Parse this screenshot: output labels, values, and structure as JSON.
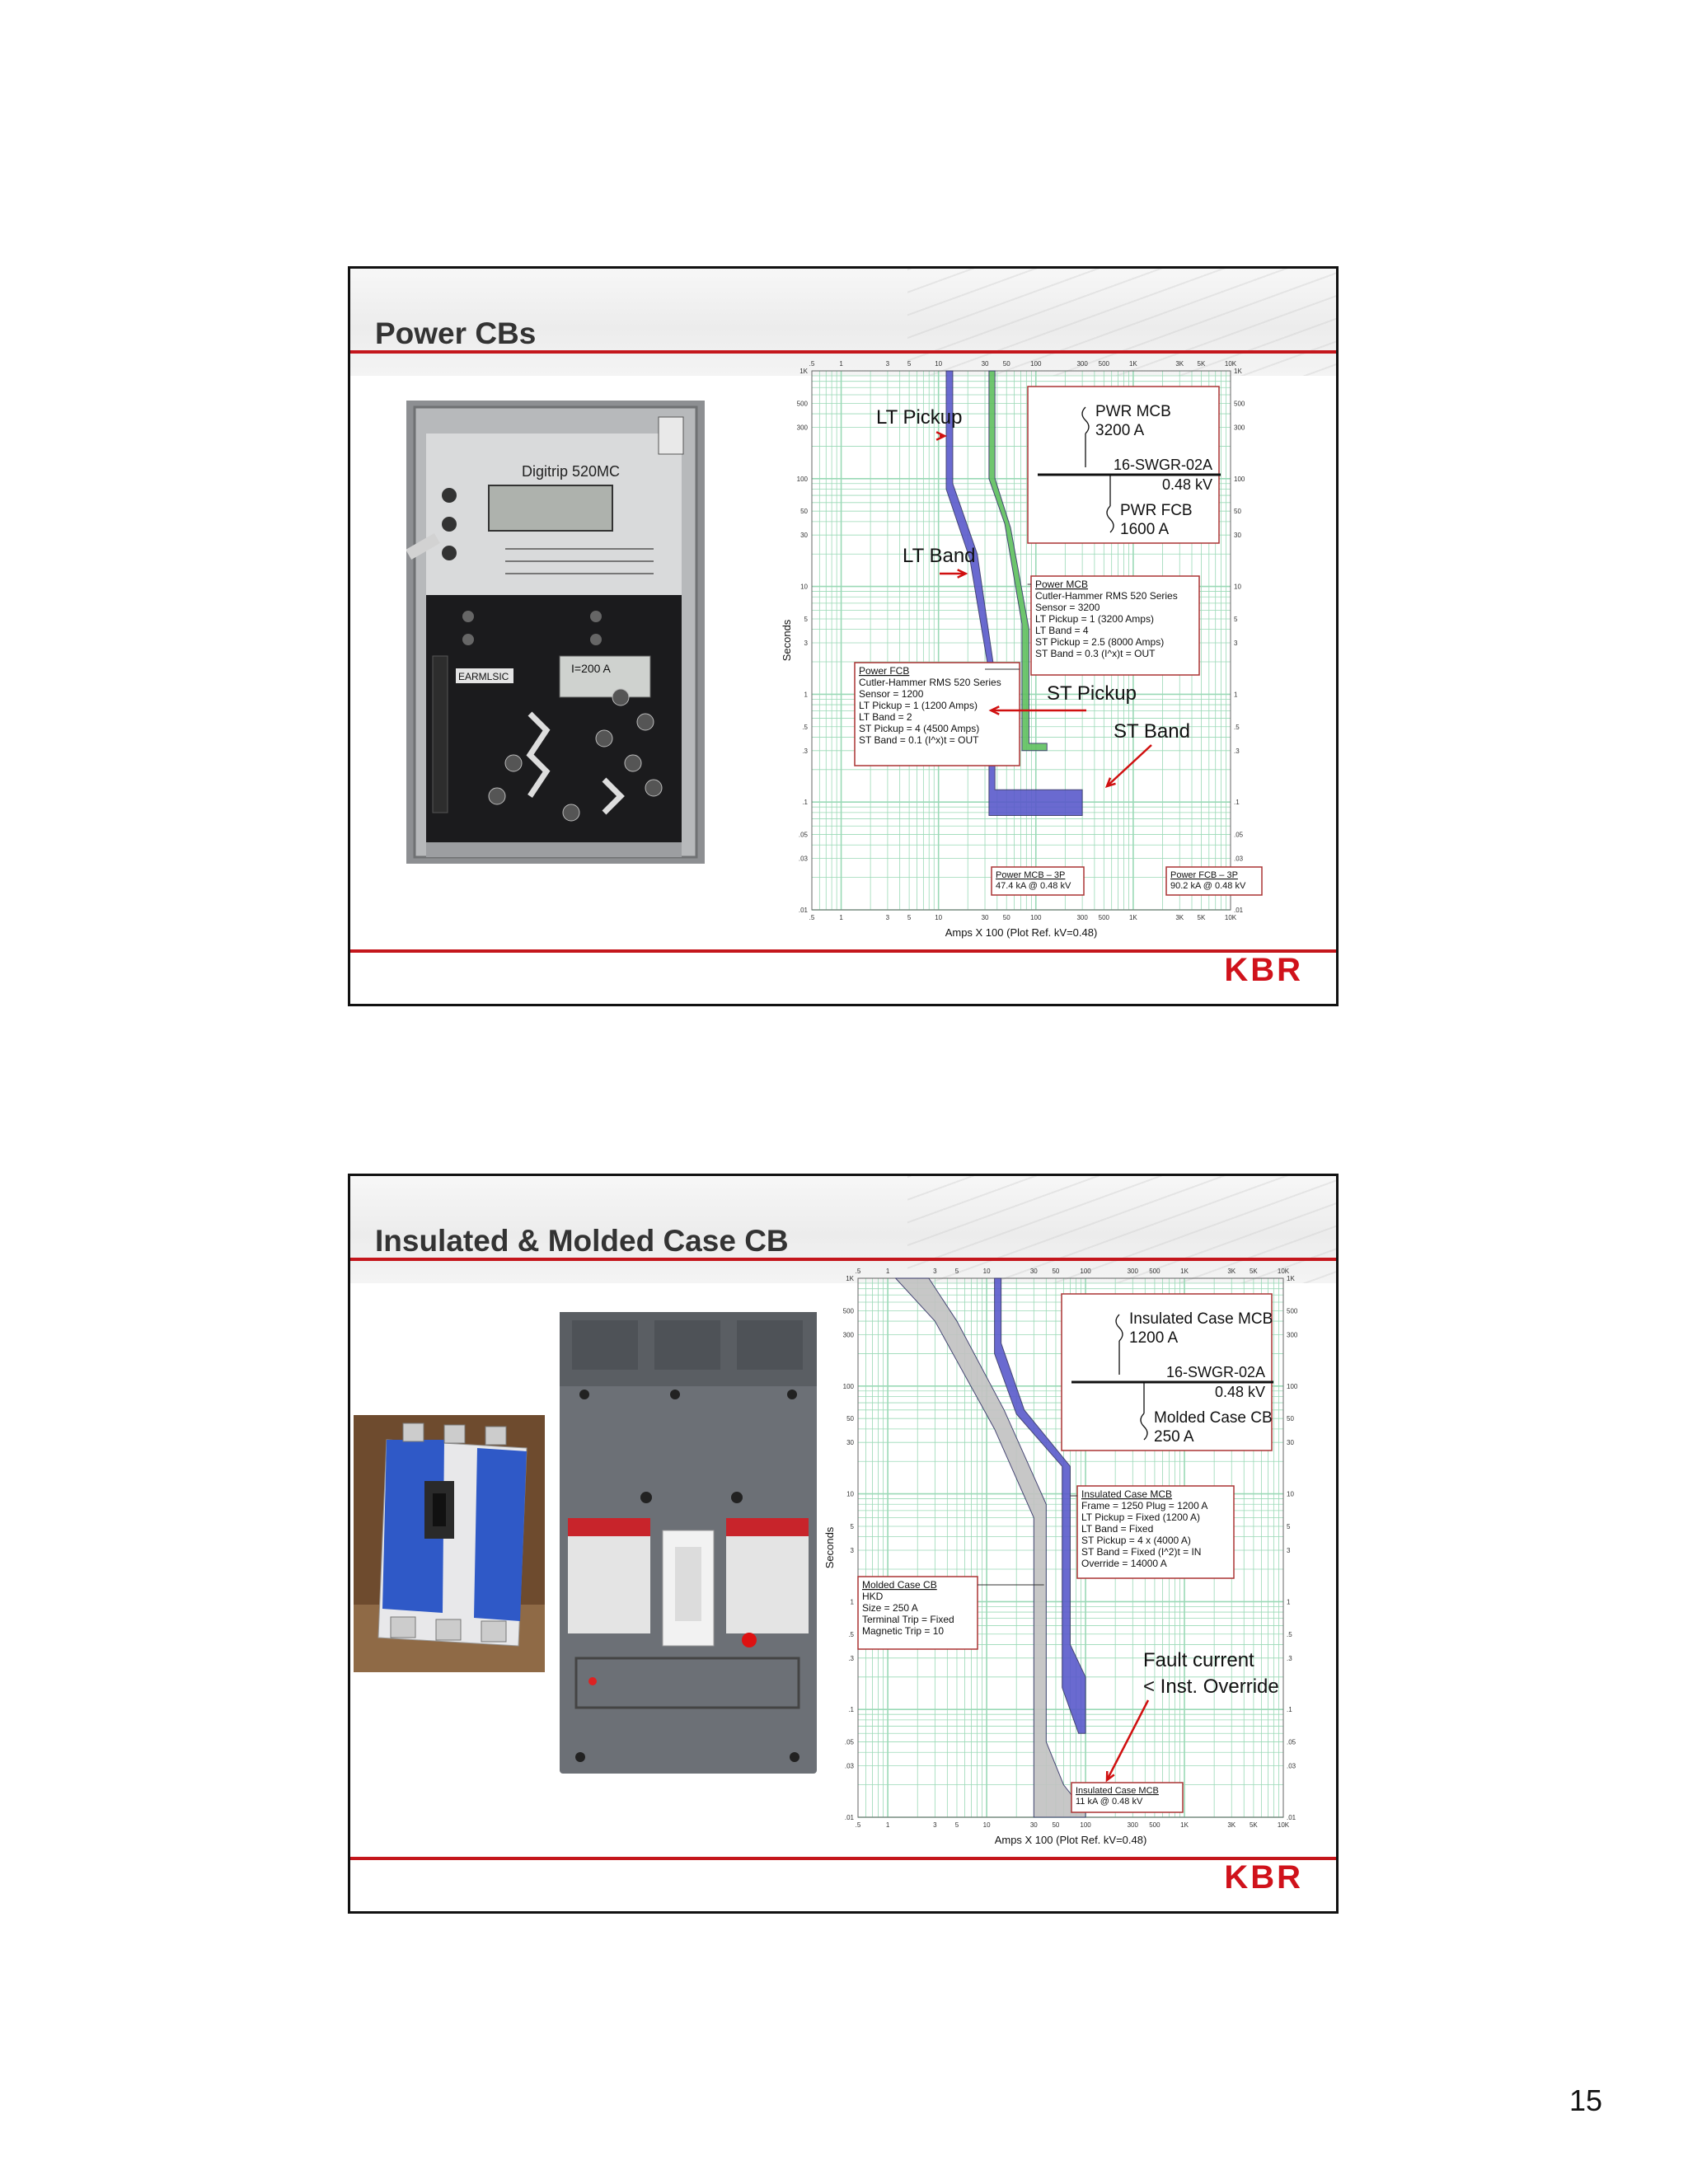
{
  "page_number": "15",
  "slide1": {
    "title": "Power CBs",
    "logo": "KBR",
    "photo_text": {
      "model": "Digitrip 520MC",
      "label": "EARMLSIC",
      "display": "I=200 A"
    },
    "chart": {
      "top_ticks": [
        ".5",
        "1",
        "3",
        "5",
        "10",
        "30",
        "50",
        "100",
        "300",
        "500",
        "1K",
        "3K",
        "5K",
        "10K"
      ],
      "left_ticks": [
        "1K",
        "500",
        "300",
        "100",
        "50",
        "30",
        "10",
        "5",
        "3",
        "1",
        ".5",
        ".3",
        ".1",
        ".05",
        ".03",
        ".01"
      ],
      "ylabel": "Seconds",
      "xlabel": "Amps X 100 (Plot Ref. kV=0.48)",
      "oneline": {
        "mcb_name": "PWR MCB",
        "mcb_rating": "3200 A",
        "bus_name": "16-SWGR-02A",
        "bus_kv": "0.48 kV",
        "fcb_name": "PWR FCB",
        "fcb_rating": "1600 A"
      },
      "mcb_box": {
        "title": "Power MCB",
        "lines": [
          "Cutler-Hammer RMS 520 Series",
          "Sensor = 3200",
          "LT Pickup = 1 (3200 Amps)",
          "LT Band = 4",
          "ST Pickup = 2.5 (8000 Amps)",
          "ST Band = 0.3 (I^x)t = OUT"
        ]
      },
      "fcb_box": {
        "title": "Power FCB",
        "lines": [
          "Cutler-Hammer RMS 520 Series",
          "Sensor = 1200",
          "LT Pickup = 1 (1200 Amps)",
          "LT Band = 2",
          "ST Pickup = 4 (4500 Amps)",
          "ST Band = 0.1 (I^x)t = OUT"
        ]
      },
      "fault_mcb": {
        "title": "Power MCB – 3P",
        "value": "47.4 kA @ 0.48 kV"
      },
      "fault_fcb": {
        "title": "Power FCB – 3P",
        "value": "90.2 kA @ 0.48 kV"
      },
      "annotations": {
        "lt_pickup": "LT Pickup",
        "lt_band": "LT Band",
        "st_pickup": "ST Pickup",
        "st_band": "ST Band"
      }
    }
  },
  "slide2": {
    "title": "Insulated & Molded Case CB",
    "logo": "KBR",
    "chart": {
      "top_ticks": [
        ".5",
        "1",
        "3",
        "5",
        "10",
        "30",
        "50",
        "100",
        "300",
        "500",
        "1K",
        "3K",
        "5K",
        "10K"
      ],
      "left_ticks": [
        "1K",
        "500",
        "300",
        "100",
        "50",
        "30",
        "10",
        "5",
        "3",
        "1",
        ".5",
        ".3",
        ".1",
        ".05",
        ".03",
        ".01"
      ],
      "ylabel": "Seconds",
      "xlabel": "Amps X 100 (Plot Ref. kV=0.48)",
      "oneline": {
        "mcb_name": "Insulated Case MCB",
        "mcb_rating": "1200 A",
        "bus_name": "16-SWGR-02A",
        "bus_kv": "0.48 kV",
        "fcb_name": "Molded Case CB",
        "fcb_rating": "250 A"
      },
      "mcb_box": {
        "title": "Insulated Case MCB",
        "lines": [
          "Frame = 1250 Plug = 1200 A",
          "LT Pickup = Fixed (1200 A)",
          "LT Band = Fixed",
          "ST Pickup = 4 x (4000 A)",
          "ST Band = Fixed (I^2)t = IN",
          "Override = 14000 A"
        ]
      },
      "fcb_box": {
        "title": "Molded Case CB",
        "lines": [
          "HKD",
          "Size = 250 A",
          "Terminal Trip = Fixed",
          "Magnetic Trip = 10"
        ]
      },
      "fault_mcb": {
        "title": "Insulated Case MCB",
        "value": "11 kA @ 0.48 kV"
      },
      "annotations": {
        "fault_line1": "Fault current",
        "fault_line2": "< Inst. Override"
      }
    }
  },
  "colors": {
    "accent_red": "#c4161c",
    "grid_green": "#7fd3a6",
    "band_blue": "#5555cc",
    "band_green": "#55bb55",
    "band_gray": "#bdbdbd"
  }
}
